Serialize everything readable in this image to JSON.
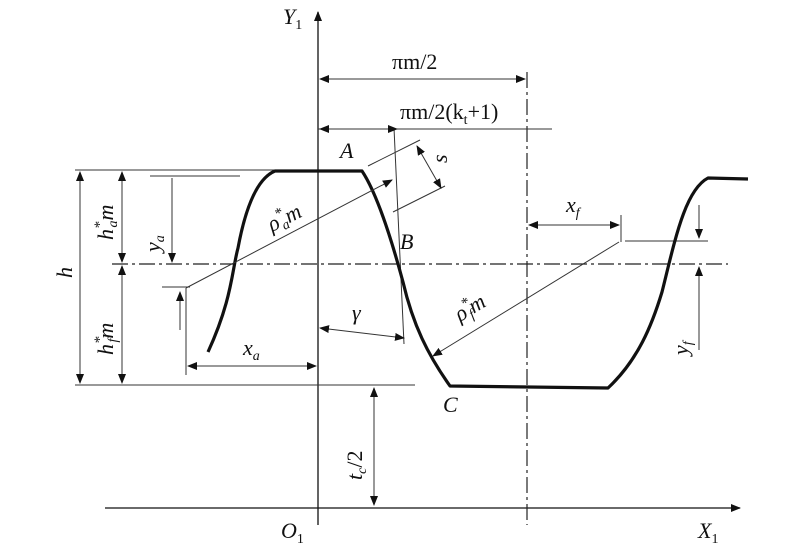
{
  "labels": {
    "y_axis": "Y",
    "y_axis_sub": "1",
    "x_axis": "X",
    "x_axis_sub": "1",
    "origin": "O",
    "origin_sub": "1",
    "half_pitch": "πm/2",
    "modified_pitch": "πm/2(k",
    "modified_pitch_sub": "t",
    "modified_pitch_tail": "+1)",
    "point_a": "A",
    "point_b": "B",
    "point_c": "C",
    "s": "s",
    "gamma": "γ",
    "h": "h",
    "ha_h": "h",
    "ha_sup": "*",
    "ha_sub": "a",
    "ha_m": "m",
    "hf_h": "h",
    "hf_sup": "*",
    "hf_sub": "f",
    "hf_m": "m",
    "ya": "y",
    "ya_sub": "a",
    "yf": "y",
    "yf_sub": "f",
    "xa": "x",
    "xa_sub": "a",
    "xf": "x",
    "xf_sub": "f",
    "rho_a": "ρ",
    "rho_a_sup": "*",
    "rho_a_sub": "a",
    "rho_a_m": "m",
    "rho_f": "ρ",
    "rho_f_sup": "*",
    "rho_f_sub": "f",
    "rho_f_m": "m",
    "tc_t": "t",
    "tc_sub": "c",
    "tc_tail": "/2"
  }
}
